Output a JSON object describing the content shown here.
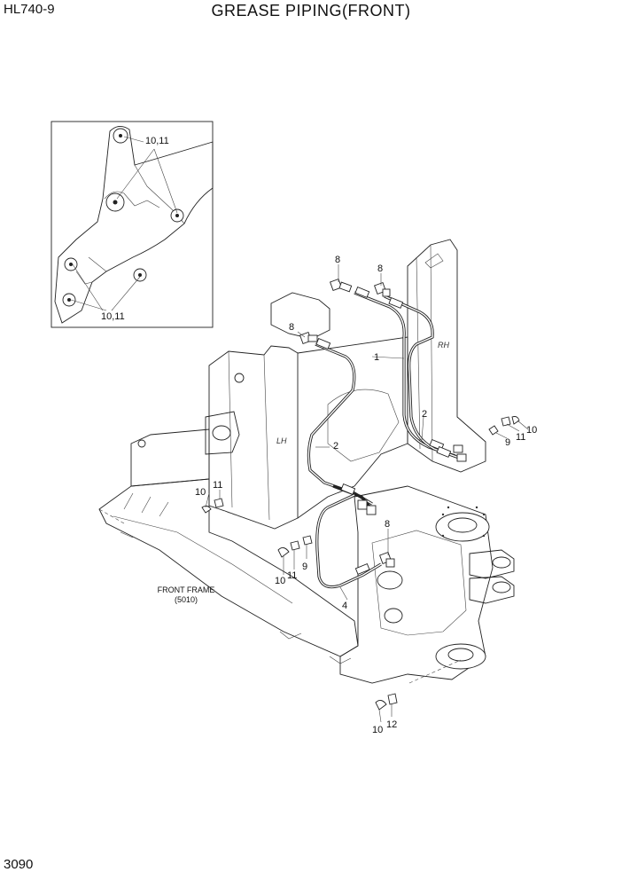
{
  "header": {
    "model": "HL740-9",
    "title": "GREASE PIPING(FRONT)"
  },
  "footer": {
    "page_number": "3090"
  },
  "frame": {
    "name": "FRONT FRAME",
    "code": "(5010)",
    "side_left": "LH",
    "side_right": "RH"
  },
  "callouts": {
    "inset_top": "10,11",
    "inset_bottom": "10,11",
    "fit_8a": "8",
    "fit_8b": "8",
    "fit_8c": "8",
    "fit_8d": "8",
    "hose_1": "1",
    "hose_2a": "2",
    "hose_2b": "2",
    "hose_4": "4",
    "r_9": "9",
    "r_11": "11",
    "r_10": "10",
    "l_11": "11",
    "l_10": "10",
    "m_9": "9",
    "m_11": "11",
    "m_10": "10",
    "b_10": "10",
    "b_12": "12"
  }
}
